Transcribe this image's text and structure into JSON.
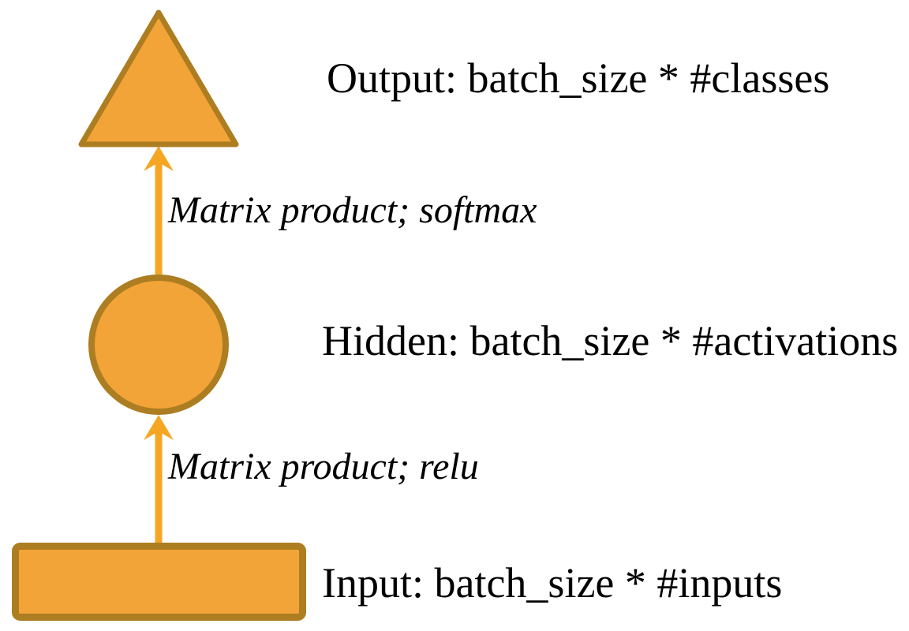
{
  "diagram": {
    "type": "neural-network-layer-diagram",
    "background": "#ffffff"
  },
  "colors": {
    "shape_fill": "#F2A438",
    "shape_border": "#AD7D21",
    "arrow": "#F5A623",
    "text": "#000000"
  },
  "nodes": [
    {
      "id": "output",
      "shape": "triangle",
      "label": "Output: batch_size * #classes"
    },
    {
      "id": "hidden",
      "shape": "circle",
      "label": "Hidden: batch_size * #activations"
    },
    {
      "id": "input",
      "shape": "rectangle",
      "label": "Input: batch_size * #inputs"
    }
  ],
  "edges": [
    {
      "from": "hidden",
      "to": "output",
      "label": "Matrix product; softmax"
    },
    {
      "from": "input",
      "to": "hidden",
      "label": "Matrix product; relu"
    }
  ]
}
